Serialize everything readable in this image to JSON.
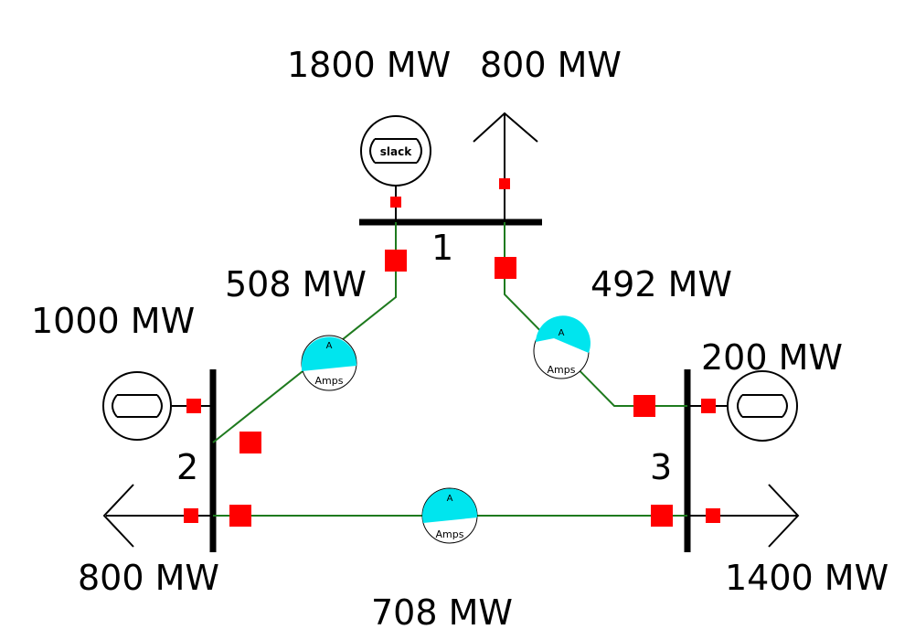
{
  "buses": [
    {
      "number": "1"
    },
    {
      "number": "2"
    },
    {
      "number": "3"
    }
  ],
  "generators": {
    "bus1": {
      "output": "1800 MW",
      "label": "slack",
      "icon": "slack-generator-icon"
    },
    "bus2": {
      "output": "1000 MW",
      "icon": "generator-icon"
    },
    "bus3": {
      "output": "200 MW",
      "icon": "generator-icon"
    }
  },
  "loads": {
    "bus1": {
      "value": "800 MW",
      "icon": "load-arrow-icon"
    },
    "bus2": {
      "value": "800 MW",
      "icon": "load-arrow-icon"
    },
    "bus3": {
      "value": "1400 MW",
      "icon": "load-arrow-icon"
    }
  },
  "lines": {
    "line_1_2": {
      "flow": "508 MW",
      "meter_top": "A",
      "meter_bottom": "Amps"
    },
    "line_1_3": {
      "flow": "492 MW",
      "meter_top": "A",
      "meter_bottom": "Amps"
    },
    "line_2_3": {
      "flow": "708 MW",
      "meter_top": "A",
      "meter_bottom": "Amps"
    }
  },
  "colors": {
    "line": "#1e7a1e",
    "breaker": "#ff0000",
    "meter_fill": "#00e5ee",
    "bus": "#000000"
  }
}
